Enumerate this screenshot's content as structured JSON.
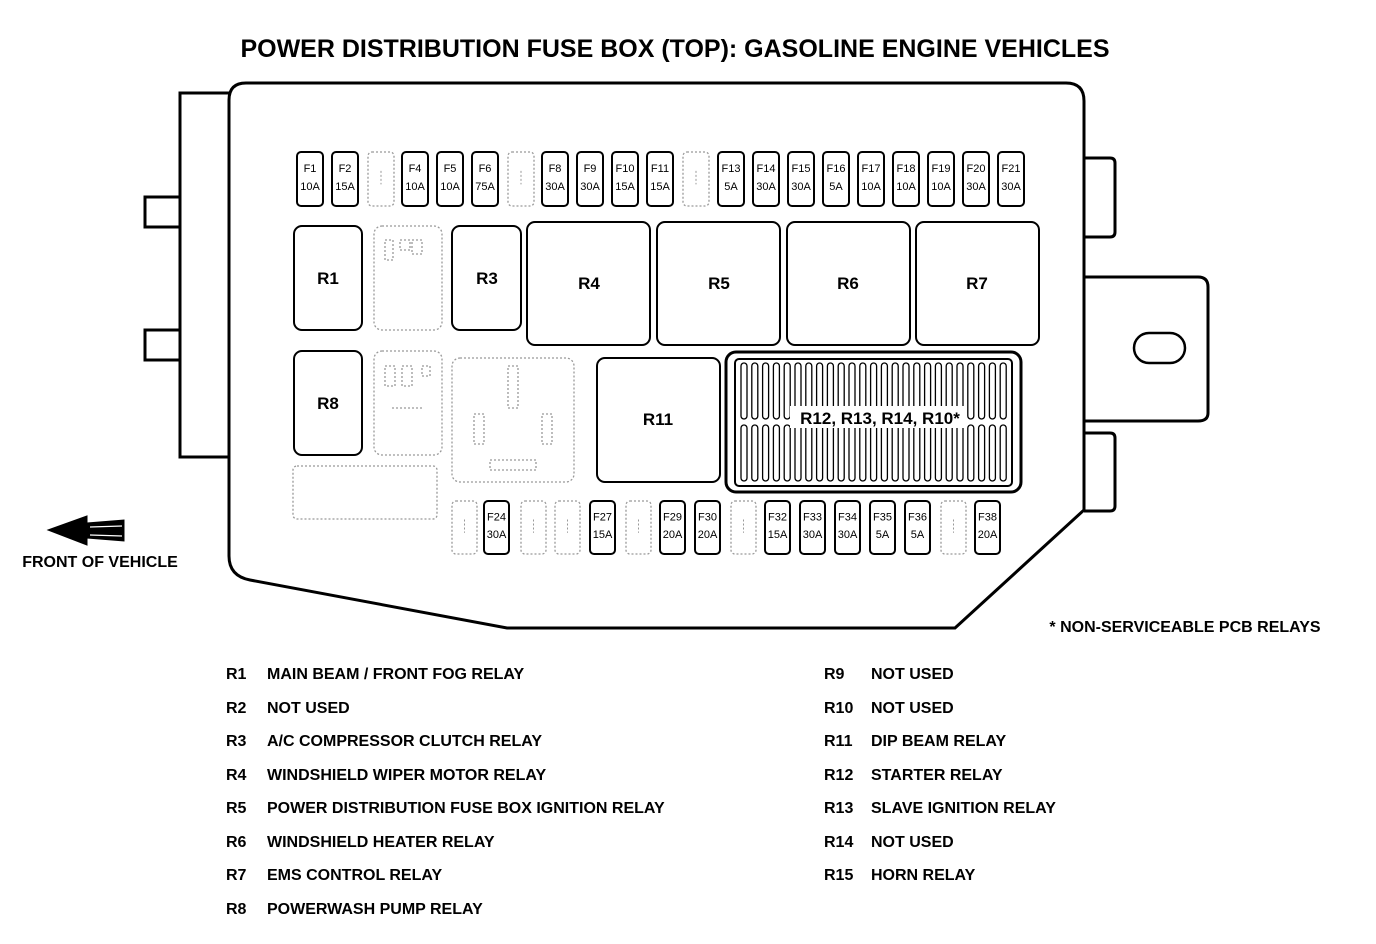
{
  "title": "POWER DISTRIBUTION FUSE BOX (TOP): GASOLINE ENGINE VEHICLES",
  "front_label": "FRONT OF VEHICLE",
  "note": "* NON-SERVICEABLE PCB RELAYS",
  "relays": {
    "R1": "R1",
    "R3": "R3",
    "R4": "R4",
    "R5": "R5",
    "R6": "R6",
    "R7": "R7",
    "R8": "R8",
    "R11": "R11",
    "PCB": "R12, R13, R14, R10*"
  },
  "top_fuses": [
    {
      "id": "F1",
      "amp": "10A",
      "empty": false
    },
    {
      "id": "F2",
      "amp": "15A",
      "empty": false
    },
    {
      "id": "",
      "amp": "",
      "empty": true
    },
    {
      "id": "F4",
      "amp": "10A",
      "empty": false
    },
    {
      "id": "F5",
      "amp": "10A",
      "empty": false
    },
    {
      "id": "F6",
      "amp": "75A",
      "empty": false
    },
    {
      "id": "",
      "amp": "",
      "empty": true
    },
    {
      "id": "F8",
      "amp": "30A",
      "empty": false
    },
    {
      "id": "F9",
      "amp": "30A",
      "empty": false
    },
    {
      "id": "F10",
      "amp": "15A",
      "empty": false
    },
    {
      "id": "F11",
      "amp": "15A",
      "empty": false
    },
    {
      "id": "",
      "amp": "",
      "empty": true
    },
    {
      "id": "F13",
      "amp": "5A",
      "empty": false
    },
    {
      "id": "F14",
      "amp": "30A",
      "empty": false
    },
    {
      "id": "F15",
      "amp": "30A",
      "empty": false
    },
    {
      "id": "F16",
      "amp": "5A",
      "empty": false
    },
    {
      "id": "F17",
      "amp": "10A",
      "empty": false
    },
    {
      "id": "F18",
      "amp": "10A",
      "empty": false
    },
    {
      "id": "F19",
      "amp": "10A",
      "empty": false
    },
    {
      "id": "F20",
      "amp": "30A",
      "empty": false
    },
    {
      "id": "F21",
      "amp": "30A",
      "empty": false
    }
  ],
  "bottom_fuses": [
    {
      "id": "",
      "amp": "",
      "empty": true
    },
    {
      "id": "F24",
      "amp": "30A",
      "empty": false
    },
    {
      "id": "",
      "amp": "",
      "empty": true
    },
    {
      "id": "",
      "amp": "",
      "empty": true
    },
    {
      "id": "F27",
      "amp": "15A",
      "empty": false
    },
    {
      "id": "",
      "amp": "",
      "empty": true
    },
    {
      "id": "F29",
      "amp": "20A",
      "empty": false
    },
    {
      "id": "F30",
      "amp": "20A",
      "empty": false
    },
    {
      "id": "",
      "amp": "",
      "empty": true
    },
    {
      "id": "F32",
      "amp": "15A",
      "empty": false
    },
    {
      "id": "F33",
      "amp": "30A",
      "empty": false
    },
    {
      "id": "F34",
      "amp": "30A",
      "empty": false
    },
    {
      "id": "F35",
      "amp": "5A",
      "empty": false
    },
    {
      "id": "F36",
      "amp": "5A",
      "empty": false
    },
    {
      "id": "",
      "amp": "",
      "empty": true
    },
    {
      "id": "F38",
      "amp": "20A",
      "empty": false
    }
  ],
  "legend_left": [
    {
      "code": "R1",
      "desc": "MAIN BEAM / FRONT FOG RELAY"
    },
    {
      "code": "R2",
      "desc": "NOT USED"
    },
    {
      "code": "R3",
      "desc": "A/C COMPRESSOR CLUTCH RELAY"
    },
    {
      "code": "R4",
      "desc": "WINDSHIELD WIPER MOTOR RELAY"
    },
    {
      "code": "R5",
      "desc": "POWER DISTRIBUTION FUSE BOX IGNITION RELAY"
    },
    {
      "code": "R6",
      "desc": "WINDSHIELD HEATER RELAY"
    },
    {
      "code": "R7",
      "desc": "EMS CONTROL RELAY"
    },
    {
      "code": "R8",
      "desc": "POWERWASH PUMP RELAY"
    }
  ],
  "legend_right": [
    {
      "code": "R9",
      "desc": "NOT USED"
    },
    {
      "code": "R10",
      "desc": "NOT USED"
    },
    {
      "code": "R11",
      "desc": "DIP BEAM RELAY"
    },
    {
      "code": "R12",
      "desc": "STARTER RELAY"
    },
    {
      "code": "R13",
      "desc": "SLAVE IGNITION RELAY"
    },
    {
      "code": "R14",
      "desc": "NOT USED"
    },
    {
      "code": "R15",
      "desc": "HORN RELAY"
    }
  ]
}
